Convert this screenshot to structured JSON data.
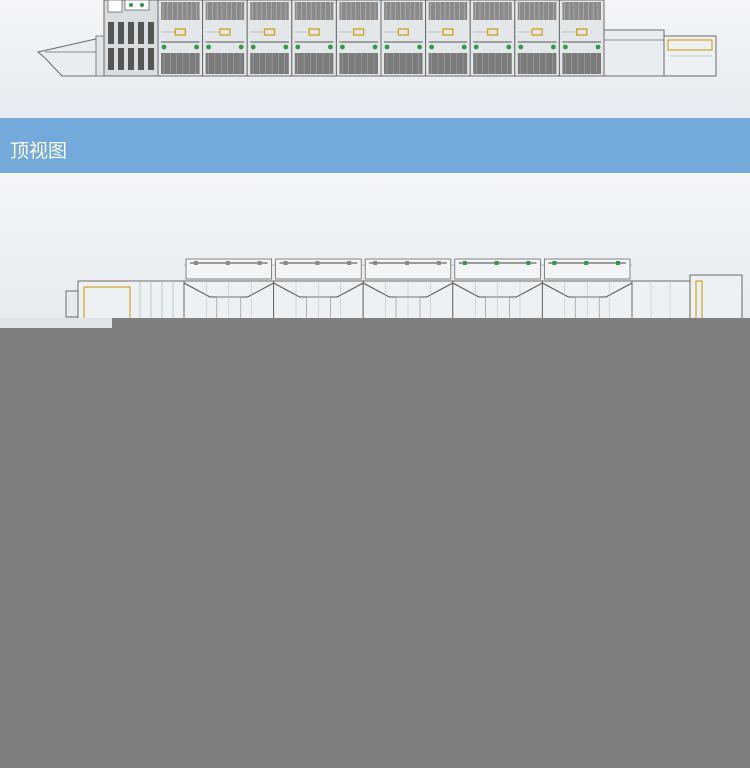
{
  "section_title": "顶视图",
  "colors": {
    "banner": "#74a9dc",
    "machine_outline": "#6a6a6a",
    "panel_fill": "#7b7b7b",
    "indicator_yellow": "#d2a51f",
    "indicator_green": "#2f9a47",
    "overlay": "#7f7f7f"
  },
  "front_view": {
    "zone_count": 10
  },
  "top_view": {
    "chamber_count": 5,
    "conveyor_segments": 4
  }
}
